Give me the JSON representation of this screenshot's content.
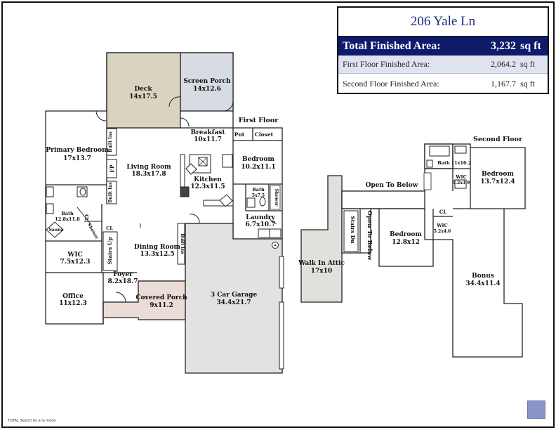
{
  "summary": {
    "address": "206 Yale Ln",
    "total_label": "Total Finished Area:",
    "total_value": "3,232",
    "total_unit": "sq ft",
    "rows": [
      {
        "label": "First Floor Finished Area:",
        "value": "2,064.2",
        "unit": "sq ft"
      },
      {
        "label": "Second Floor Finished Area:",
        "value": "1,167.7",
        "unit": "sq ft"
      }
    ]
  },
  "floors": {
    "first": "First Floor",
    "second": "Second Floor"
  },
  "rooms": {
    "deck": {
      "name": "Deck",
      "size": "14x17.5"
    },
    "screen_porch": {
      "name": "Screen Porch",
      "size": "14x12.6"
    },
    "breakfast": {
      "name": "Breakfast",
      "size": "10x11.7"
    },
    "primary_bedroom": {
      "name": "Primary Bedroom",
      "size": "17x13.7"
    },
    "living_room": {
      "name": "Living Room",
      "size": "18.3x17.8"
    },
    "kitchen": {
      "name": "Kitchen",
      "size": "12.3x11.5"
    },
    "bedroom1": {
      "name": "Bedroom",
      "size": "10.2x11.1"
    },
    "bath1": {
      "name": "Bath",
      "size": "5x7.5"
    },
    "laundry": {
      "name": "Laundry",
      "size": "6.7x10.7"
    },
    "bath_primary": {
      "name": "Bath",
      "size": "12.8x11.8"
    },
    "wic1": {
      "name": "WIC",
      "size": "7.5x12.3"
    },
    "dining": {
      "name": "Dining Room",
      "size": "13.3x12.5"
    },
    "foyer": {
      "name": "Foyer",
      "size": "8.2x18.7"
    },
    "office": {
      "name": "Office",
      "size": "11x12.3"
    },
    "covered_porch": {
      "name": "Covered Porch",
      "size": "9x11.2"
    },
    "garage": {
      "name": "3 Car Garage",
      "size": "34.4x21.7"
    },
    "walk_in_attic": {
      "name": "Walk In Attic",
      "size": "17x10"
    },
    "bedroom2": {
      "name": "Bedroom",
      "size": "12.8x12"
    },
    "bedroom3": {
      "name": "Bedroom",
      "size": "13.7x12.4"
    },
    "bath2": {
      "name": "Bath",
      "size": "11x10.2"
    },
    "wic2": {
      "name": "WIC",
      "size": "5.2x3.9"
    },
    "wic3": {
      "name": "WIC",
      "size": "5.2x4.6"
    },
    "bonus": {
      "name": "Bonus",
      "size": "34.4x11.4"
    }
  },
  "labels": {
    "pnt": "Pnt",
    "closet": "Closet",
    "built_ins": "Built Ins",
    "fp": "FP",
    "cl": "CL",
    "sauna": "Sauna",
    "shower": "Shower",
    "stairs_up": "Stairs Up",
    "stairs_dn": "Stairs Dn",
    "open_to_below": "Open To Below"
  },
  "footer": "TOTAL Sketch by a la mode",
  "colors": {
    "deck": "#d8d4bf",
    "screen_porch": "#d7dbe2",
    "porch": "#ecdcd6",
    "garage": "#e2e2e2",
    "attic": "#e0e0dc",
    "summary_dark": "#0e1a6a",
    "summary_light": "#dfe3ef"
  }
}
